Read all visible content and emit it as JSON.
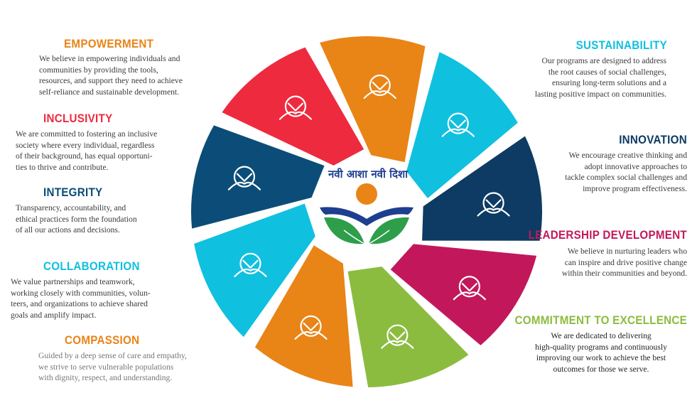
{
  "logo": {
    "tagline": "नवी आशा नवी दिशा"
  },
  "values": [
    {
      "id": "empowerment",
      "title": "EMPOWERMENT",
      "color": "#e98416",
      "icon": "raised-fists-icon",
      "lines": [
        "We believe in empowering individuals and",
        "communities by providing the tools,",
        "resources, and support they need to achieve",
        "self-reliance and sustainable development."
      ]
    },
    {
      "id": "inclusivity",
      "title": "INCLUSIVITY",
      "color": "#ee2a3f",
      "icon": "interlocked-hands-icon",
      "lines": [
        "We are committed to fostering an inclusive",
        "society where every individual, regardless",
        "of their background, has equal opportuni-",
        "ties to thrive and contribute."
      ]
    },
    {
      "id": "integrity",
      "title": "INTEGRITY",
      "color": "#0b4d78",
      "icon": "handshake-shield-icon",
      "lines": [
        "Transparency, accountability, and",
        "ethical practices form the foundation",
        "of all our actions and decisions."
      ]
    },
    {
      "id": "collaboration",
      "title": "COLLABORATION",
      "color": "#10c0df",
      "icon": "stacked-hands-icon",
      "lines": [
        "We value partnerships and teamwork,",
        "working closely with communities, volun-",
        "teers, and organizations to achieve shared",
        "goals and amplify impact."
      ]
    },
    {
      "id": "compassion",
      "title": "COMPASSION",
      "color": "#e98416",
      "icon": "caring-hands-heart-icon",
      "lines": [
        "Guided by a deep sense of care and empathy,",
        "we strive to serve vulnerable populations",
        "with dignity, respect, and understanding."
      ]
    },
    {
      "id": "sustainability",
      "title": "SUSTAINABILITY",
      "color": "#10c0df",
      "icon": "globe-hands-icon",
      "lines": [
        "Our programs are designed to address",
        "the root causes of social challenges,",
        "ensuring long-term solutions and a",
        "lasting positive impact on communities."
      ]
    },
    {
      "id": "innovation",
      "title": "INNOVATION",
      "color": "#0d3b63",
      "icon": "gear-bulb-icon",
      "lines": [
        "We encourage creative thinking and",
        "adopt innovative approaches to",
        "tackle complex social challenges and",
        "improve program effectiveness."
      ]
    },
    {
      "id": "leadership",
      "title": "LEADERSHIP DEVELOPMENT",
      "color": "#c2185b",
      "icon": "leader-arrows-icon",
      "lines": [
        "We believe in nurturing leaders who",
        "can inspire and drive positive change",
        "within their communities and beyond."
      ]
    },
    {
      "id": "excellence",
      "title": "COMMITMENT TO EXCELLENCE",
      "color": "#8cbc3f",
      "icon": "award-hand-icon",
      "lines": [
        "We are dedicated to delivering",
        "high-quality programs and continuously",
        "improving our work to achieve the best",
        "outcomes for those we serve."
      ]
    }
  ],
  "colors": {
    "orange": "#e98416",
    "red": "#ee2a3f",
    "navy": "#0b4d78",
    "cyan": "#10c0df",
    "darknavy": "#0d3b63",
    "magenta": "#c2185b",
    "green": "#8cbc3f",
    "logo_blue": "#1d3f8f",
    "logo_green": "#2e9e4b"
  }
}
